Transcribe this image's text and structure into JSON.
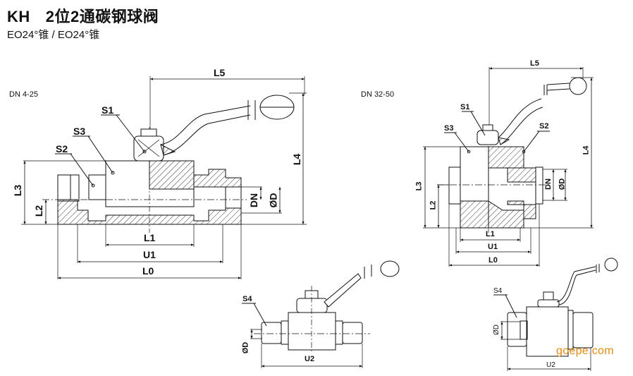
{
  "header": {
    "model_code": "KH",
    "title": "2位2通碳钢球阀",
    "subtitle": "EO24°锥 / EO24°锥"
  },
  "views": {
    "left_main": {
      "range_label": "DN 4-25",
      "callouts": [
        "S1",
        "S2",
        "S3"
      ],
      "dimensions": {
        "L5": "L5",
        "L4": "L4",
        "L3": "L3",
        "L2": "L2",
        "L1": "L1",
        "U1": "U1",
        "L0": "L0",
        "DN": "DN",
        "OD": "ØD"
      }
    },
    "right_main": {
      "range_label": "DN 32-50",
      "callouts": [
        "S1",
        "S2",
        "S3"
      ],
      "dimensions": {
        "L5": "L5",
        "L4": "L4",
        "L3": "L3",
        "L2": "L2",
        "L1": "L1",
        "U1": "U1",
        "L0": "L0",
        "DN": "DN",
        "OD": "ØD"
      }
    },
    "left_small": {
      "callouts": [
        "S4"
      ],
      "dimensions": {
        "OD": "ØD",
        "U2": "U2"
      }
    },
    "right_small": {
      "callouts": [
        "S4"
      ],
      "dimensions": {
        "OD": "ØD",
        "U2": "U2"
      }
    }
  },
  "watermark": "goepe.com"
}
